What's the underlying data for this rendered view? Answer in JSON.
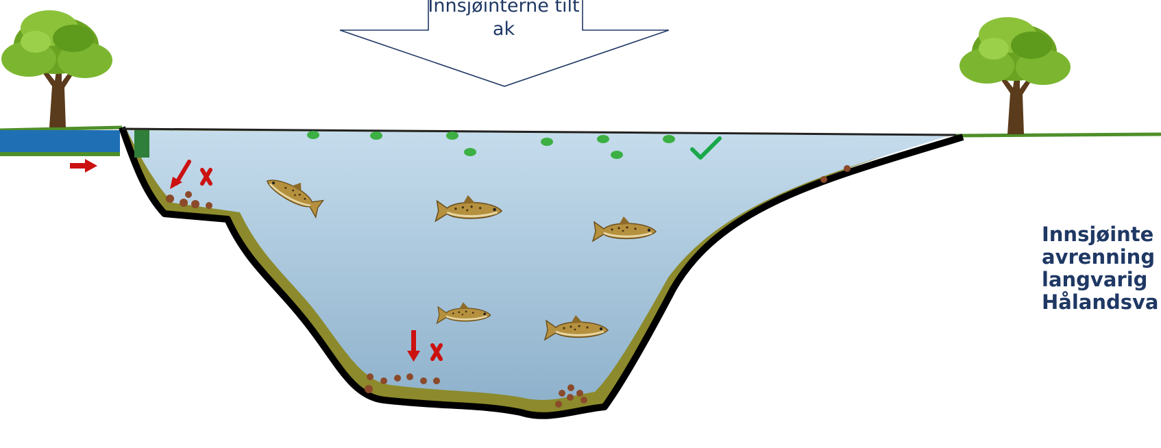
{
  "measure_arrow": {
    "label": "Innsjøinterne tiltak"
  },
  "side_text": {
    "lines": [
      "Innsjøinte",
      "avrenning",
      "langvarig",
      "Hålandsva"
    ]
  },
  "colors": {
    "water": "#a9c9df",
    "sediment": "#8c8a2c",
    "shoreline": "#000000",
    "text": "#1f3864",
    "algae": "#3cb043",
    "marker": "#cc1111",
    "check": "#1aa84a"
  },
  "icons": {
    "trees": "tree-icon",
    "fish": "fish-icon",
    "accepted": "check-icon",
    "blocked": "cross-icon"
  }
}
